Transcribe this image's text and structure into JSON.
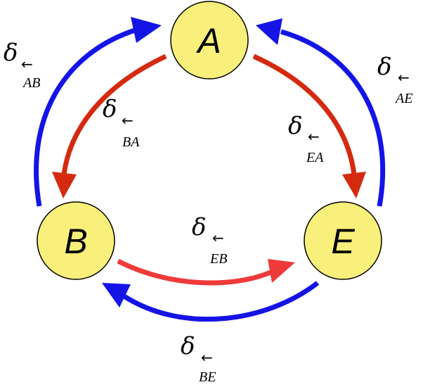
{
  "colors": {
    "node_fill": "#f8f07a",
    "blue": "#1414e6",
    "red": "#d42a10",
    "red_light": "#ee3a3a"
  },
  "nodes": {
    "A": "A",
    "B": "B",
    "E": "E"
  },
  "labels": {
    "AB": {
      "symbol": "δ",
      "arrow": "←",
      "sub": "AB"
    },
    "BA": {
      "symbol": "δ",
      "arrow": "←",
      "sub": "BA"
    },
    "EA": {
      "symbol": "δ",
      "arrow": "←",
      "sub": "EA"
    },
    "AE": {
      "symbol": "δ",
      "arrow": "←",
      "sub": "AE"
    },
    "EB": {
      "symbol": "δ",
      "arrow": "←",
      "sub": "EB"
    },
    "BE": {
      "symbol": "δ",
      "arrow": "←",
      "sub": "BE"
    }
  }
}
